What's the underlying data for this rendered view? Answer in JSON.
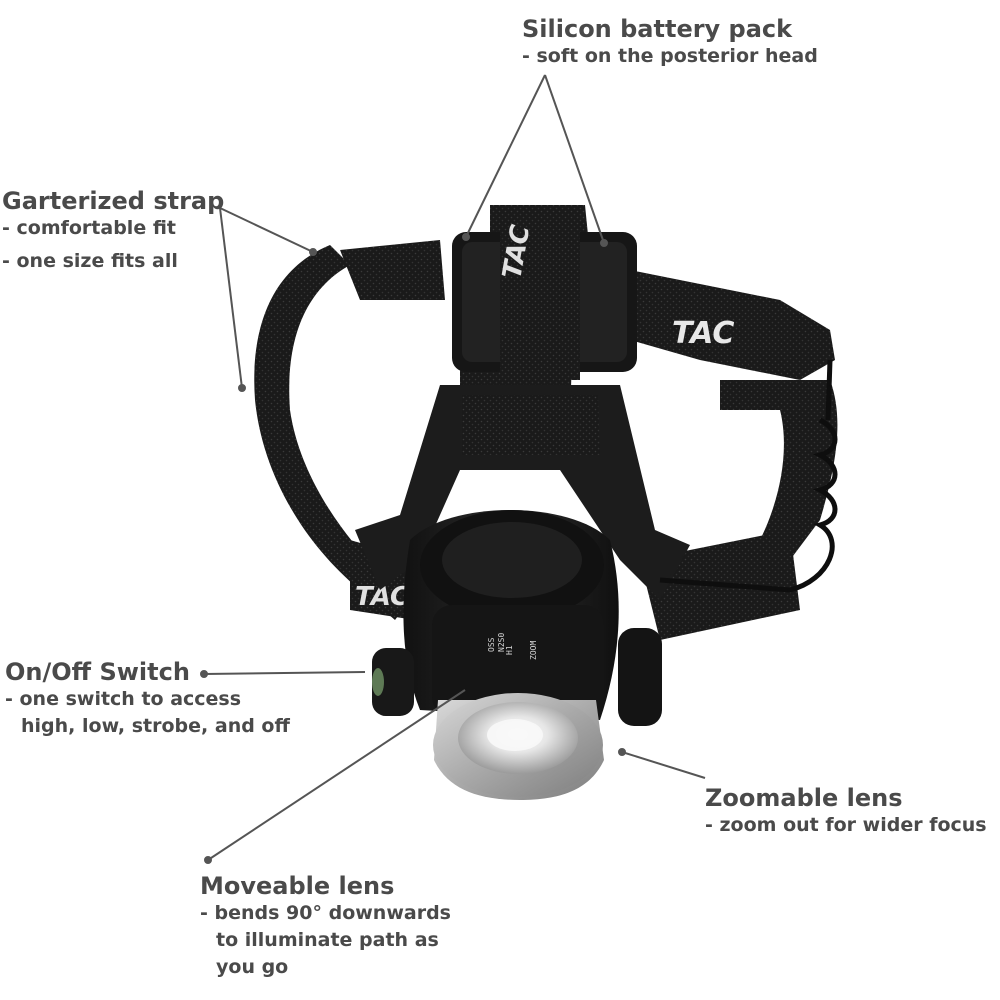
{
  "callouts": {
    "battery": {
      "title": "Silicon battery pack",
      "lines": [
        "- soft on the posterior head"
      ]
    },
    "strap": {
      "title": "Garterized strap",
      "lines": [
        "- comfortable fit",
        "- one size fits all"
      ]
    },
    "switch": {
      "title": "On/Off Switch",
      "lines": [
        "- one switch to access",
        "high, low, strobe, and off"
      ]
    },
    "zoom": {
      "title": "Zoomable lens",
      "lines": [
        "- zoom out for wider focus"
      ]
    },
    "moveable": {
      "title": "Moveable lens",
      "lines": [
        "- bends 90° downwards",
        "to illuminate path as",
        "you go"
      ]
    }
  },
  "product": {
    "strap_brand": "TAC",
    "dial_marks": [
      "ZOOM",
      "H1",
      "N2S0",
      "OSS"
    ]
  },
  "colors": {
    "text": "#4a4a4a",
    "leader": "#555555",
    "body": "#1b1b1b",
    "strap": "#151515",
    "bezel": "#b8b8b8"
  }
}
